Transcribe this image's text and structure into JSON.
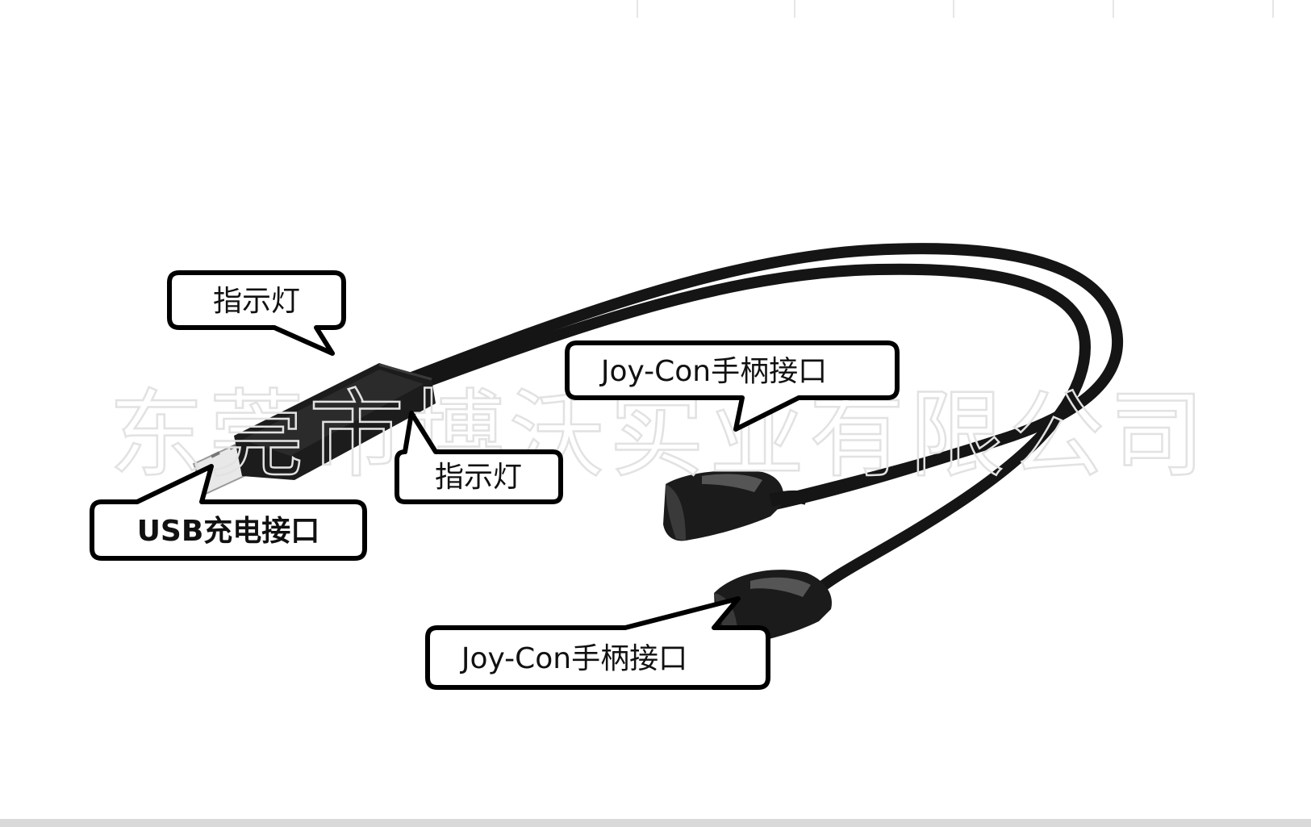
{
  "watermark": "东莞市博沃实业有限公司",
  "callouts": {
    "indicator_top": "指示灯",
    "indicator_mid": "指示灯",
    "usb_port": "USB充电接口",
    "joycon_upper": "Joy-Con手柄接口",
    "joycon_lower": "Joy-Con手柄接口"
  },
  "colors": {
    "background": "#ffffff",
    "cable": "#111111",
    "callout_border": "#000000",
    "watermark": "#e2e2e2"
  }
}
